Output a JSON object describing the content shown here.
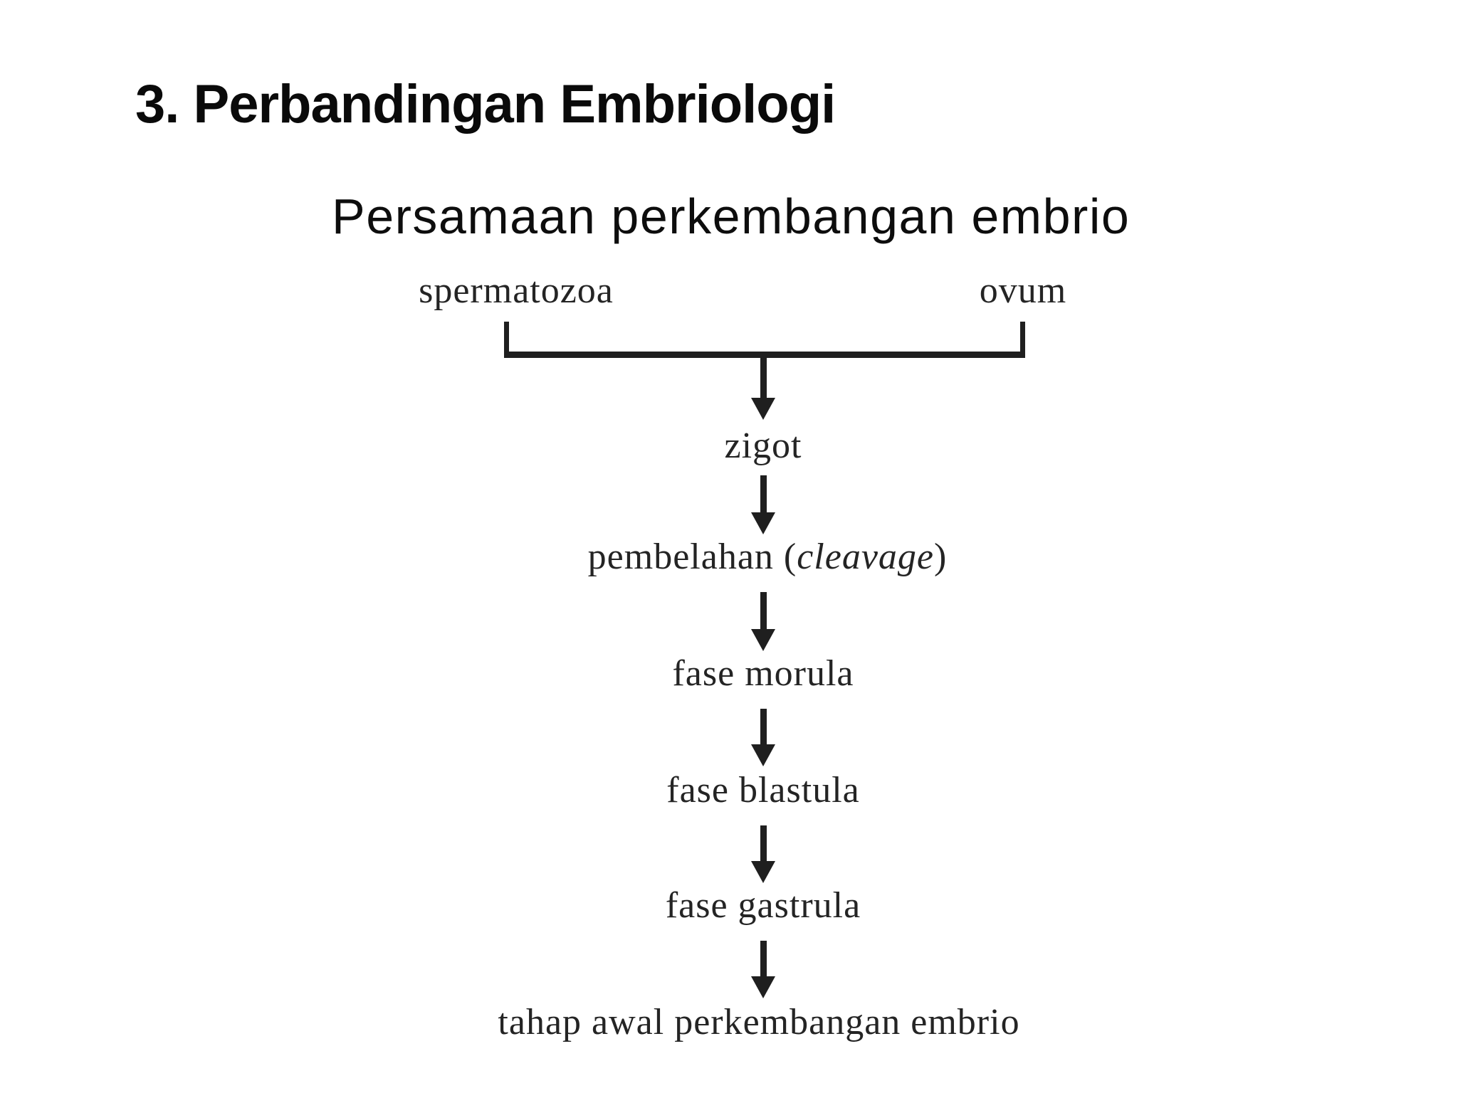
{
  "slide": {
    "title": "3. Perbandingan Embriologi",
    "subtitle": "Persamaan perkembangan embrio"
  },
  "flowchart": {
    "type": "flow-diagram",
    "inputs": {
      "left": "spermatozoa",
      "right": "ovum"
    },
    "steps": [
      {
        "label": "zigot"
      },
      {
        "prefix": "pembelahan (",
        "italic": "cleavage",
        "suffix": ")"
      },
      {
        "label": "fase morula"
      },
      {
        "label": "fase blastula"
      },
      {
        "label": "fase gastrula"
      },
      {
        "label": "tahap awal perkembangan embrio"
      }
    ],
    "colors": {
      "ink": "#1f1f1f",
      "background": "#ffffff"
    }
  }
}
